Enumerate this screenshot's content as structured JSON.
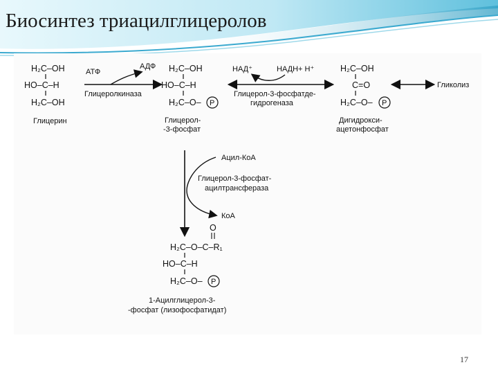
{
  "slide": {
    "title": "Биосинтез триацилглицеролов",
    "page_number": "17"
  },
  "colors": {
    "header_light": "#cfeef7",
    "header_mid": "#7fd0e6",
    "header_dark": "#2f9fc4",
    "ink": "#111111"
  },
  "diagram": {
    "glycerol": {
      "line1": "H₂C–OH",
      "line2": "HO–C–H",
      "line3": "H₂C–OH",
      "name": "Глицерин"
    },
    "step1": {
      "cofactor_in": "АТФ",
      "cofactor_out": "АДФ",
      "enzyme": "Глицеролкиназа"
    },
    "g3p": {
      "line1": "H₂C–OH",
      "line2": "HO–C–H",
      "line3": "H₂C–O–",
      "phosphate": "P",
      "name_line1": "Глицерол-",
      "name_line2": "-3-фосфат"
    },
    "step2": {
      "cofactor_in": "НАД⁺",
      "cofactor_out": "НАДН+ Н⁺",
      "enzyme_line1": "Глицерол-3-фосфатде-",
      "enzyme_line2": "гидрогеназа"
    },
    "dhap": {
      "line1": "H₂C–OH",
      "line2": "C=O",
      "line3": "H₂C–O–",
      "phosphate": "P",
      "name_line1": "Дигидрокси-",
      "name_line2": "ацетонфосфат"
    },
    "glycolysis": "Гликолиз",
    "step3": {
      "cofactor_in": "Ацил-КоА",
      "cofactor_out": "КоА",
      "enzyme_line1": "Глицерол-3-фосфат-",
      "enzyme_line2": "ацилтрансфераза"
    },
    "product": {
      "carbonyl_o": "O",
      "line1": "H₂C–O–C–R₁",
      "line2": "HO–C–H",
      "line3": "H₂C–O–",
      "phosphate": "P",
      "name_line1": "1-Ацилглицерол-3-",
      "name_line2": "-фосфат (лизофосфатидат)"
    }
  }
}
